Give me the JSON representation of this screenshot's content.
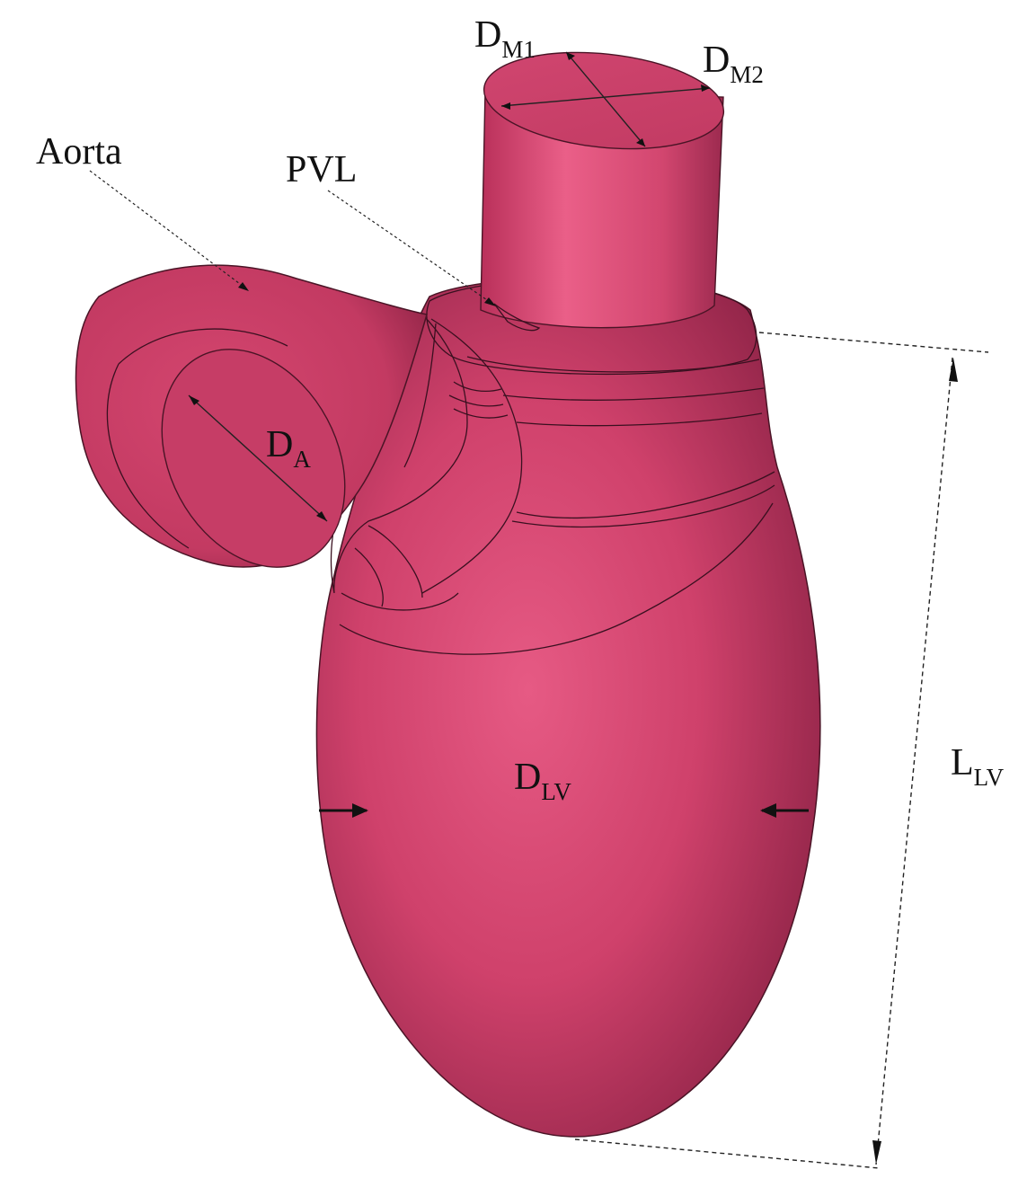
{
  "labels": {
    "aorta": "Aorta",
    "pvl": "PVL",
    "d_m1": {
      "main": "D",
      "sub": "M1"
    },
    "d_m2": {
      "main": "D",
      "sub": "M2"
    },
    "d_a": {
      "main": "D",
      "sub": "A"
    },
    "d_lv": {
      "main": "D",
      "sub": "LV"
    },
    "l_lv": {
      "main": "L",
      "sub": "LV"
    }
  },
  "colors": {
    "model_base": "#c93c65",
    "model_light": "#e85b85",
    "model_dark": "#8e2245",
    "outline": "#3a1020",
    "annotation": "#111111"
  }
}
